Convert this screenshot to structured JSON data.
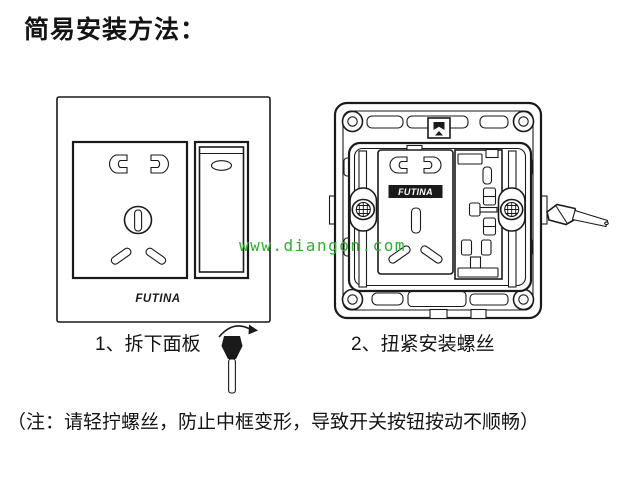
{
  "title": "简易安装方法：",
  "brand": "FUTINA",
  "watermark": "www.diangon.com",
  "steps": [
    {
      "label": "1、拆下面板"
    },
    {
      "label": "2、扭紧安装螺丝"
    }
  ],
  "note": "（注：请轻拧螺丝，防止中框变形，导致开关按钮按动不顺畅）",
  "colors": {
    "line": "#1a1a1a",
    "watermark_green": "#2db32d",
    "background": "#ffffff"
  }
}
